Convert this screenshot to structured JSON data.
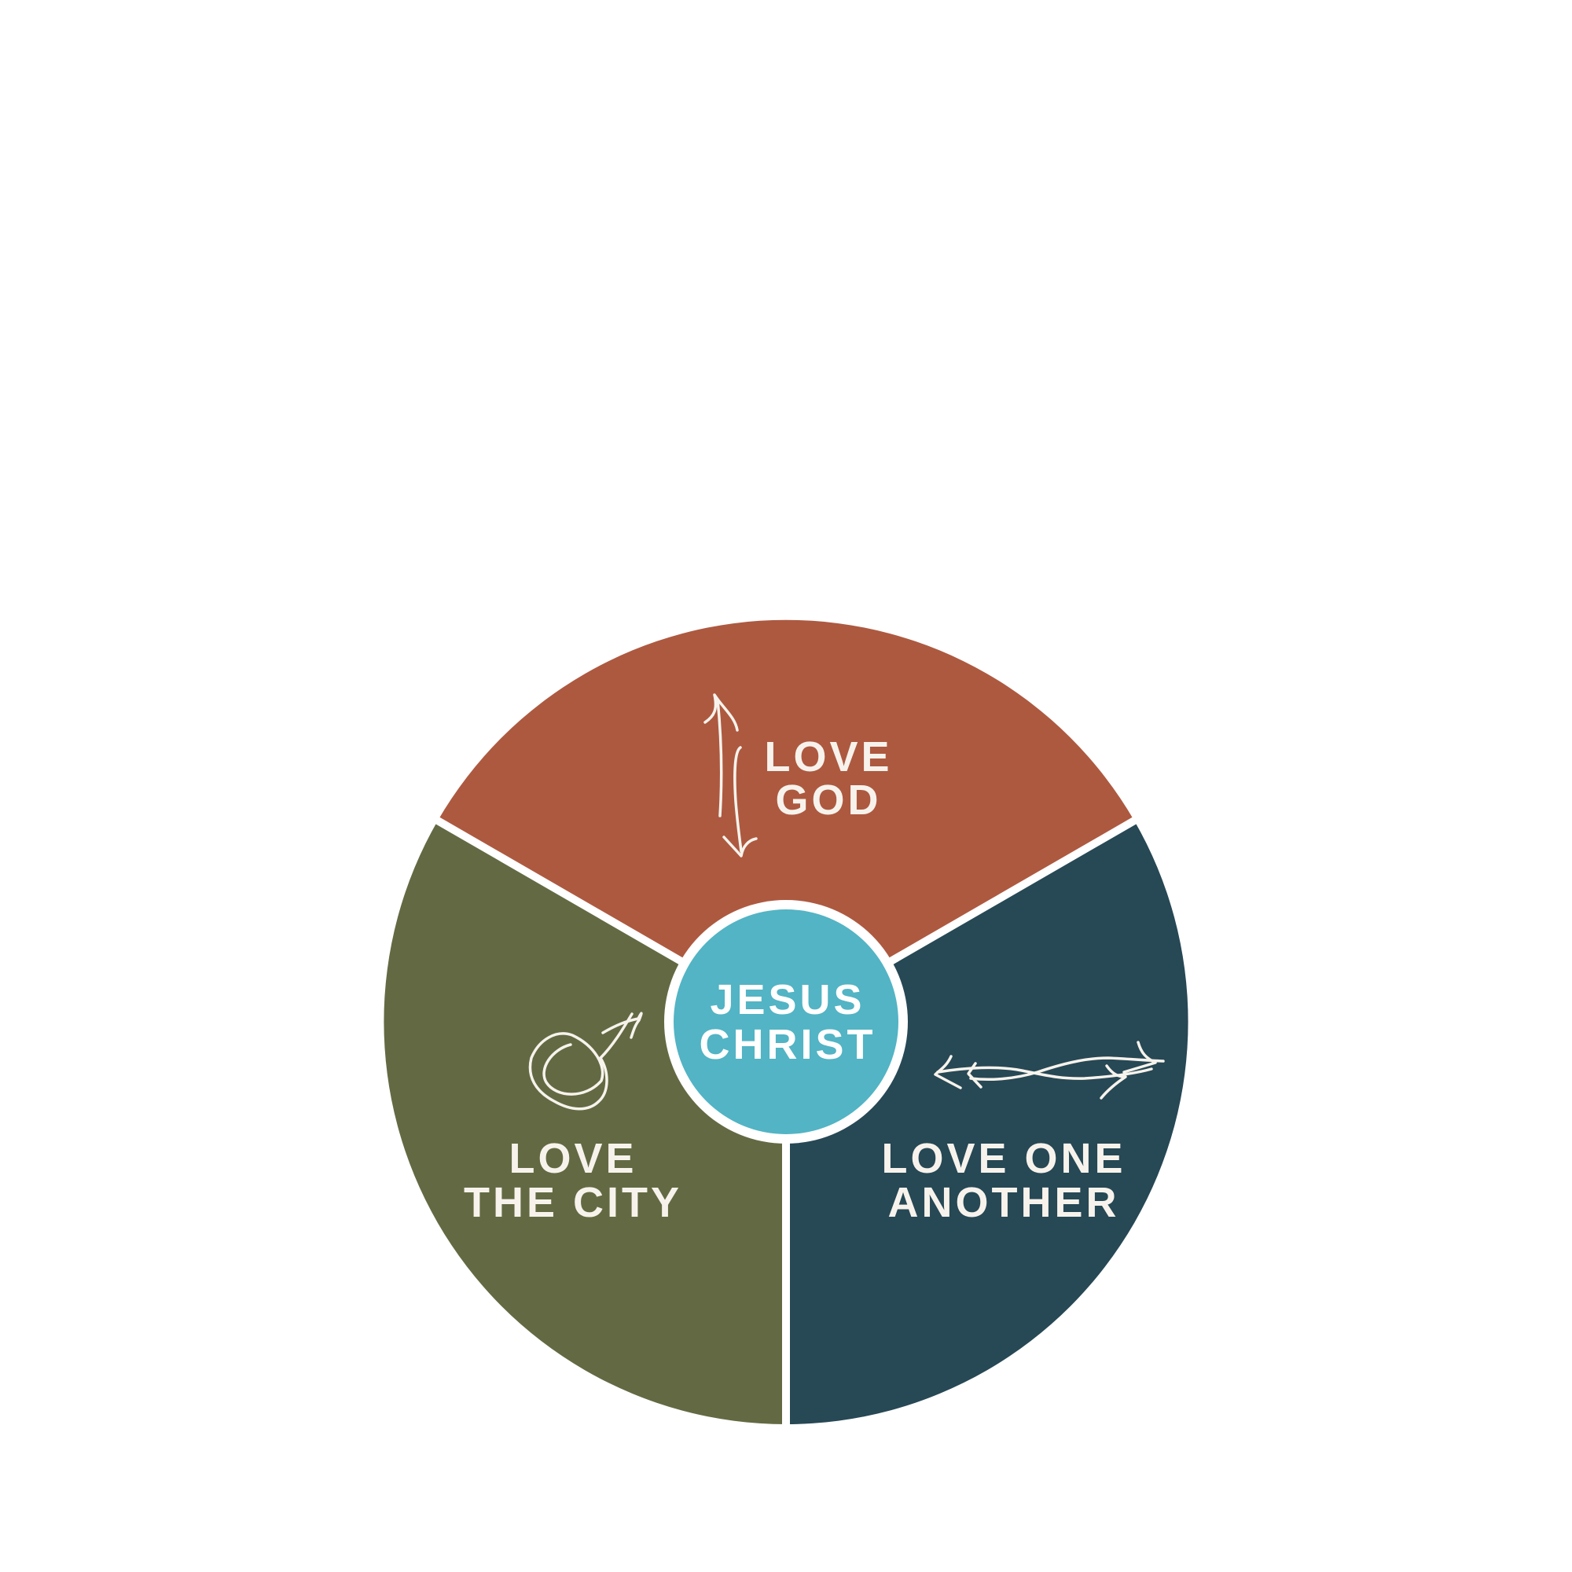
{
  "center": {
    "line1": "JESUS",
    "line2": "CHRIST",
    "color": "#52b4c4"
  },
  "segments": {
    "top": {
      "line1": "LOVE",
      "line2": "GOD",
      "color": "#ad5940",
      "icon": "vertical-double-arrow-icon"
    },
    "left": {
      "line1": "LOVE",
      "line2": "THE CITY",
      "color": "#636a43",
      "icon": "looping-arrow-icon"
    },
    "right": {
      "line1": "LOVE ONE",
      "line2": "ANOTHER",
      "color": "#274855",
      "icon": "horizontal-double-arrow-icon"
    }
  },
  "divider_color": "#ffffff"
}
